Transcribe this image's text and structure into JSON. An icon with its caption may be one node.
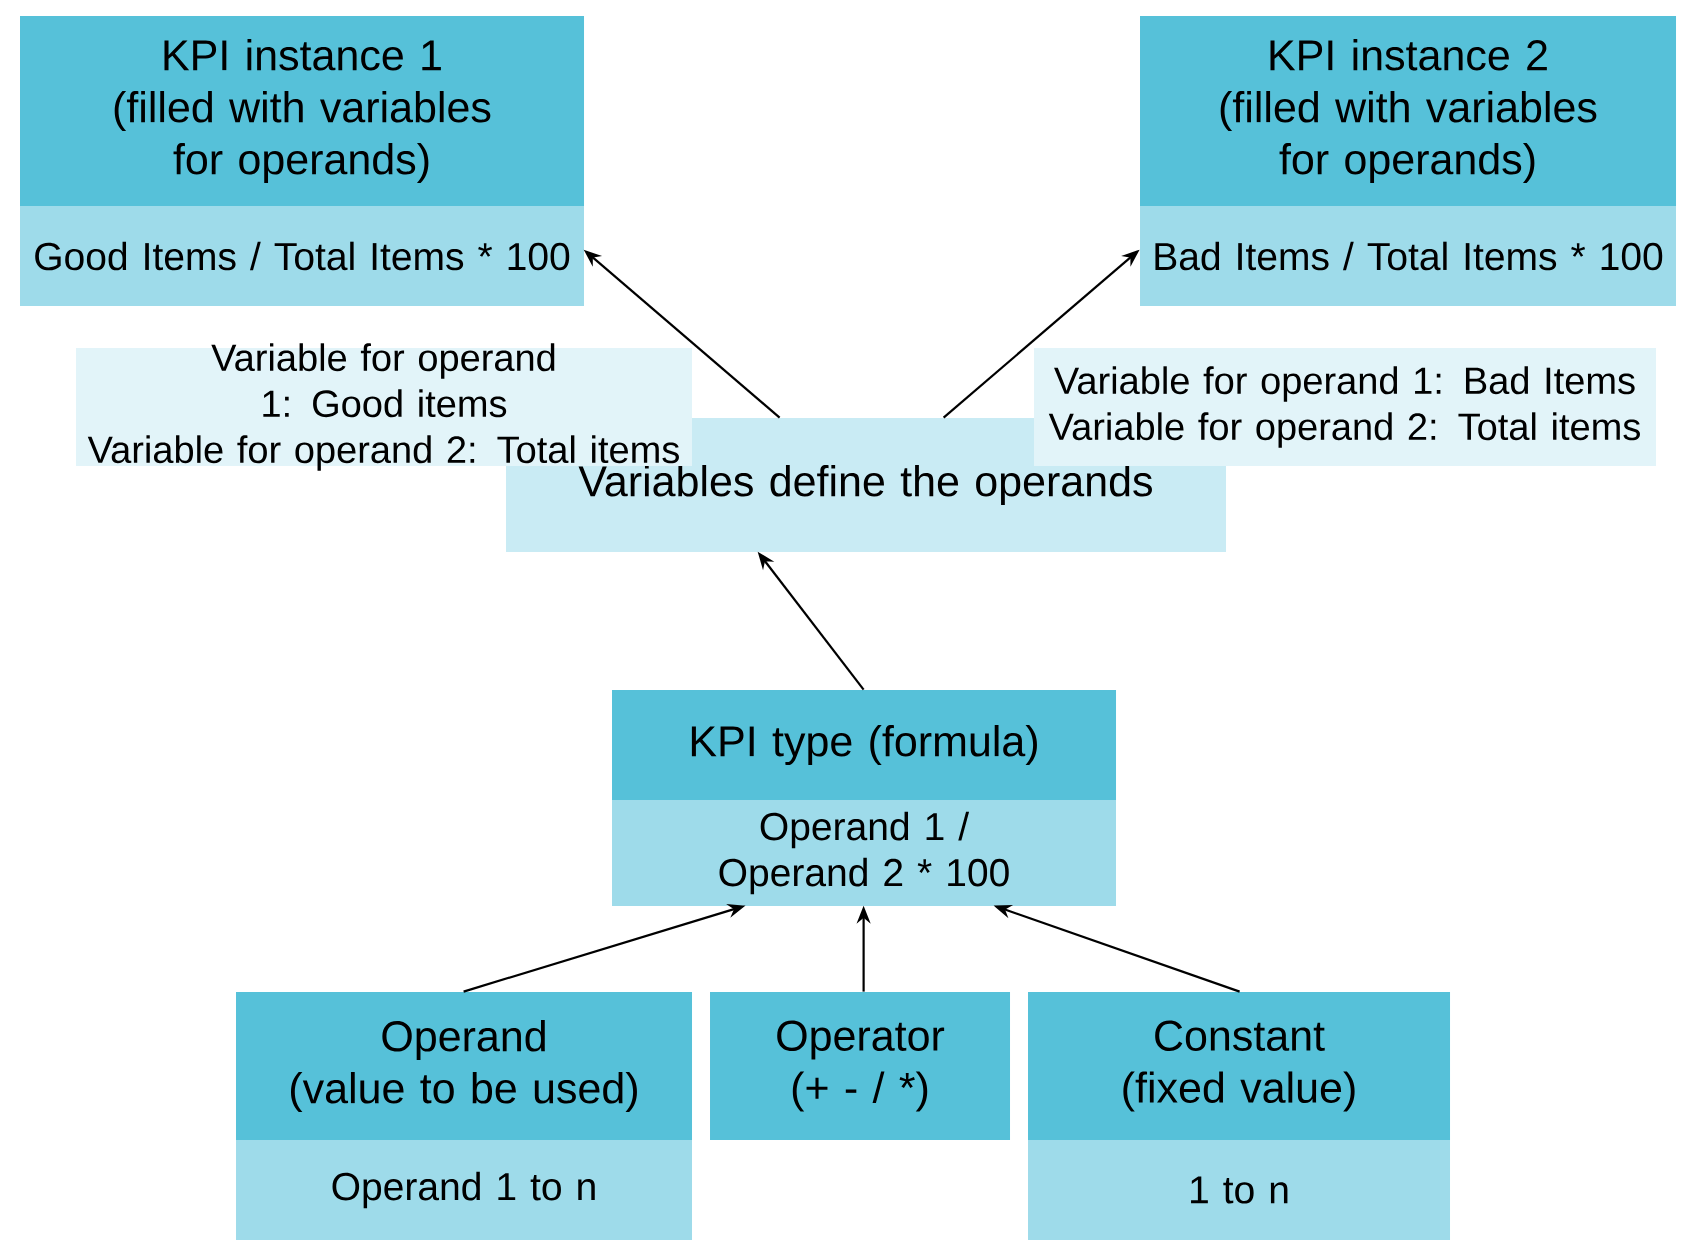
{
  "diagram": {
    "nodes": [
      {
        "text": [
          "KPI instance 1",
          "(filled with variables for operands)",
          "Good Items / Total Items * 100"
        ]
      },
      {
        "text": [
          "KPI instance 2",
          "(filled with variables for operands)",
          "Bad Items / Total Items * 100"
        ]
      },
      {
        "text": [
          "Variable for operand 1: Good items",
          "Variable for operand 2: Total items"
        ]
      },
      {
        "text": [
          "Variable for operand 1: Bad Items",
          "Variable for operand 2: Total items"
        ]
      },
      {
        "text": [
          "Variables define the operands"
        ]
      },
      {
        "text": [
          "KPI type (formula)",
          "Operand 1 / Operand 2 * 100"
        ]
      },
      {
        "text": [
          "Operand",
          "(value to be used)",
          "Operand 1 to n"
        ]
      },
      {
        "text": [
          "Operator",
          "(+ - / *)"
        ]
      },
      {
        "text": [
          "Constant",
          "(fixed value)",
          "1 to n"
        ]
      }
    ],
    "edges": [
      {
        "from": 4,
        "to": 0,
        "arrow": "to"
      },
      {
        "from": 4,
        "to": 1,
        "arrow": "to"
      },
      {
        "from": 5,
        "to": 4,
        "arrow": "to"
      },
      {
        "from": 6,
        "to": 5,
        "arrow": "to"
      },
      {
        "from": 7,
        "to": 5,
        "arrow": "to"
      },
      {
        "from": 8,
        "to": 5,
        "arrow": "to"
      }
    ]
  }
}
